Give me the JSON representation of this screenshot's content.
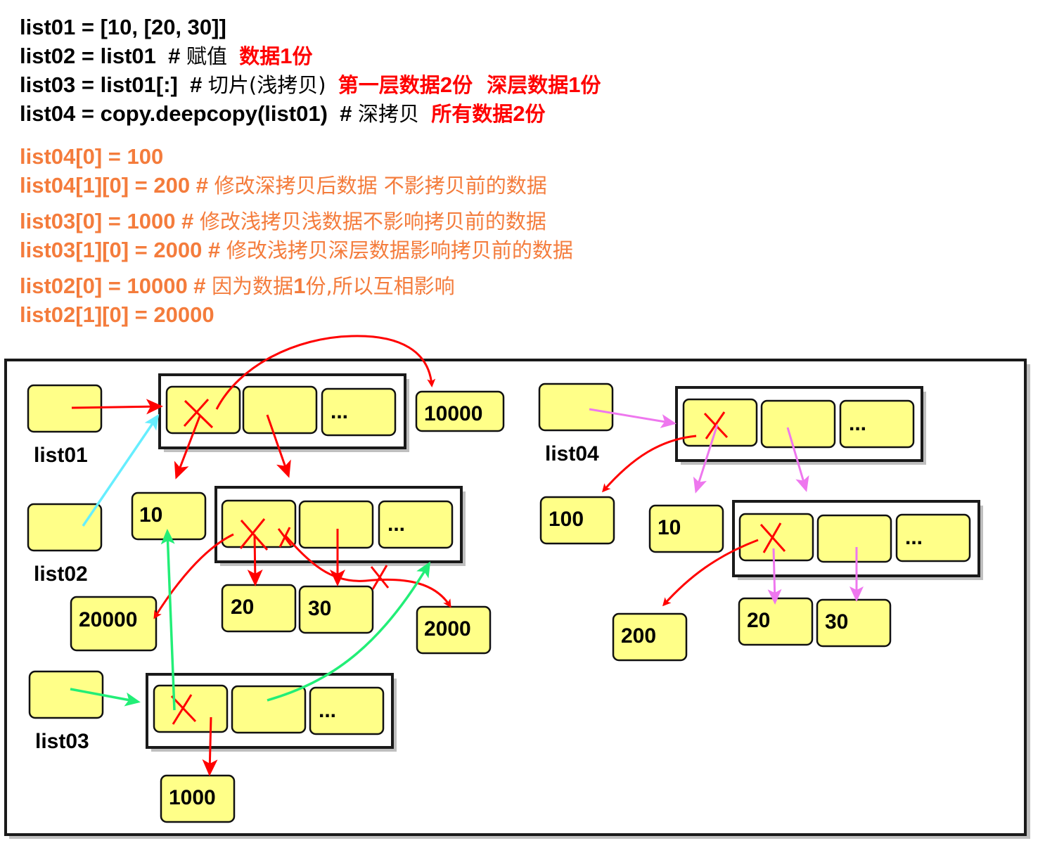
{
  "code": {
    "line1": "list01 = [10, [20, 30]]",
    "line2_code": "list02 = list01  # ",
    "line2_comment": "赋值",
    "line2_note": "数据",
    "line2_note_num": "1",
    "line2_note_end": "份",
    "line3_code": "list03 = list01[:]  # ",
    "line3_comment": "切片(浅拷贝)",
    "line3_note": "第一层数据",
    "line3_note_num": "2",
    "line3_note_mid": "份  深层数据",
    "line3_note_num2": "1",
    "line3_note_end": "份",
    "line4_code": "list04 = copy.deepcopy(list01)  # ",
    "line4_comment": "深拷贝",
    "line4_note": "所有数据",
    "line4_note_num": "2",
    "line4_note_end": "份"
  },
  "ops": {
    "o1": "list04[0] = 100",
    "o2_code": "list04[1][0] = 200 # ",
    "o2_comment": "修改深拷贝后数据 不影拷贝前的数据",
    "o3_code": "list03[0] = 1000 # ",
    "o3_comment": "修改浅拷贝浅数据不影响拷贝前的数据",
    "o4_code": "list03[1][0] = 2000 # ",
    "o4_comment": "修改浅拷贝深层数据影响拷贝前的数据",
    "o5_code": "list02[0] = 10000 # ",
    "o5_comment": "因为数据",
    "o5_num": "1",
    "o5_end": "份,所以互相影响",
    "o6": "list02[1][0] = 20000"
  },
  "diagram": {
    "labels": {
      "list01": "list01",
      "list02": "list02",
      "list03": "list03",
      "list04": "list04"
    },
    "values": {
      "v10000": "10000",
      "v10a": "10",
      "v20000": "20000",
      "v20a": "20",
      "v30a": "30",
      "v2000": "2000",
      "v1000": "1000",
      "v100": "100",
      "v10b": "10",
      "v200": "200",
      "v20b": "20",
      "v30b": "30"
    },
    "ellipsis": "...",
    "colors": {
      "red": "#ff0000",
      "green": "#22ee77",
      "cyan": "#66eeff",
      "pink": "#ee77ee",
      "cell": "#ffff88",
      "orange": "#f47c3c"
    }
  }
}
